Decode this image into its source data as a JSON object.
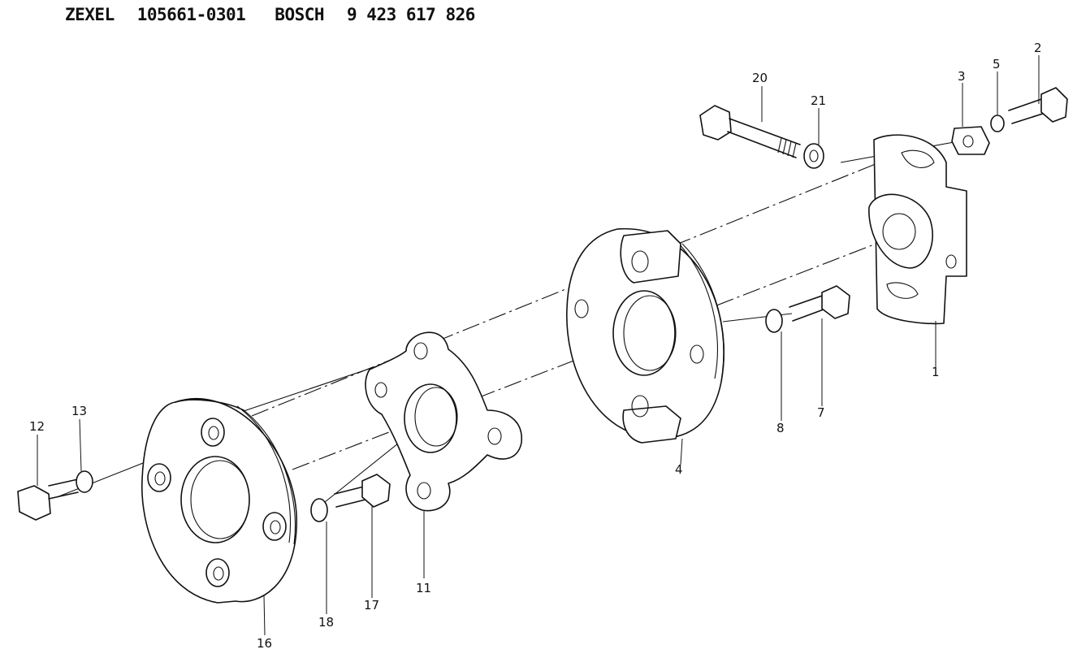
{
  "header": {
    "brand1": "ZEXEL",
    "part1": "105661-0301",
    "brand2": "BOSCH",
    "part2": "9 423 617 826"
  },
  "callouts": [
    "1",
    "2",
    "3",
    "4",
    "5",
    "7",
    "8",
    "11",
    "12",
    "13",
    "16",
    "17",
    "18",
    "20",
    "21"
  ]
}
